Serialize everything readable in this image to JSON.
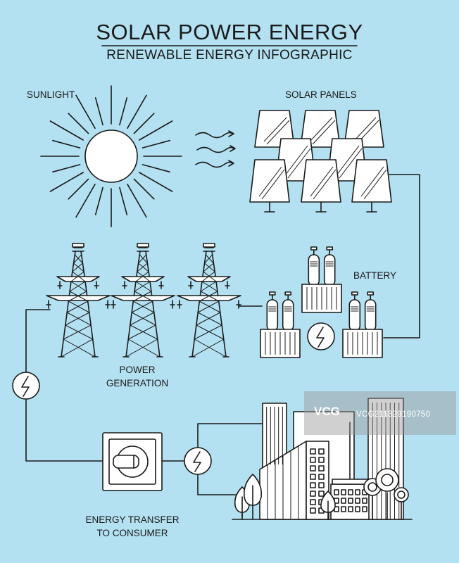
{
  "header": {
    "title": "SOLAR POWER ENERGY",
    "subtitle": "RENEWABLE ENERGY INFOGRAPHIC"
  },
  "labels": {
    "sunlight": "SUNLIGHT",
    "solar_panels": "SOLAR PANELS",
    "battery": "BATTERY",
    "power_generation_line1": "POWER",
    "power_generation_line2": "GENERATION",
    "energy_transfer_line1": "ENERGY TRANSFER",
    "energy_transfer_line2": "TO CONSUMER"
  },
  "watermark": {
    "logo": "VCG",
    "text": "VCG211329190750"
  },
  "colors": {
    "background": "#b3e1f1",
    "line": "#1a1a1a",
    "fill": "#ffffff"
  },
  "icons": [
    "sun-icon",
    "wind-waves-icon",
    "solar-panel-icon",
    "battery-tank-icon",
    "lightning-bolt-icon",
    "transmission-tower-icon",
    "power-switch-icon",
    "city-buildings-icon",
    "tree-icon"
  ]
}
